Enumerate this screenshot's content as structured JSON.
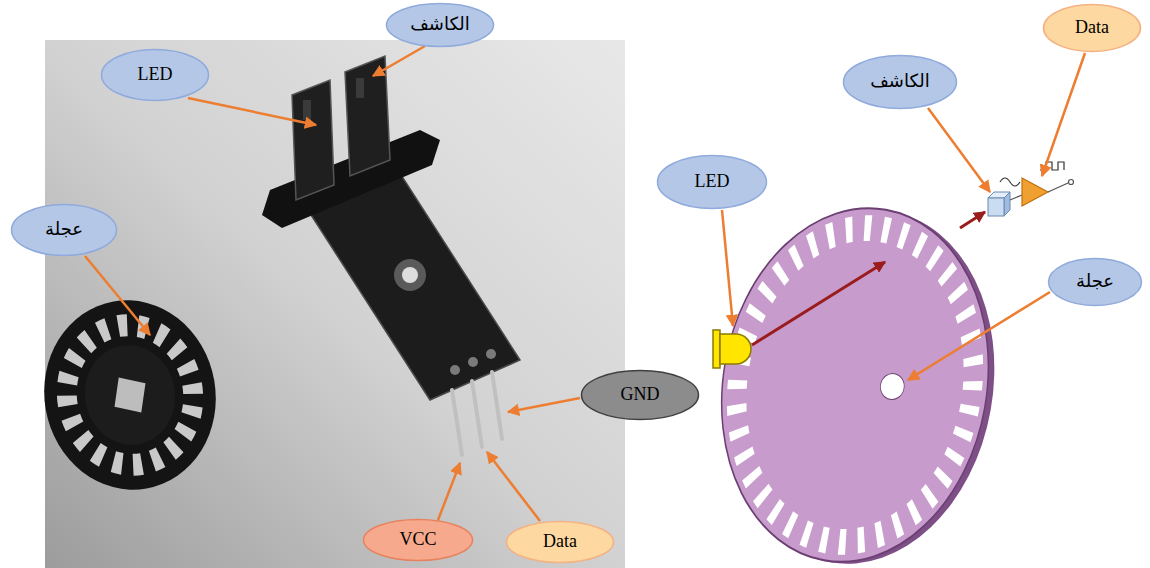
{
  "diagram": {
    "nodes": [
      {
        "text": [
          "الكاشف"
        ]
      },
      {
        "text": [
          "Data"
        ]
      },
      {
        "text": [
          "LED"
        ]
      },
      {
        "text": [
          "الكاشف"
        ]
      },
      {
        "text": [
          "LED"
        ]
      },
      {
        "text": [
          "عجلة"
        ]
      },
      {
        "text": [
          "عجلة"
        ]
      },
      {
        "text": [
          "GND"
        ]
      },
      {
        "text": [
          "VCC"
        ]
      },
      {
        "text": [
          "Data"
        ]
      }
    ]
  }
}
